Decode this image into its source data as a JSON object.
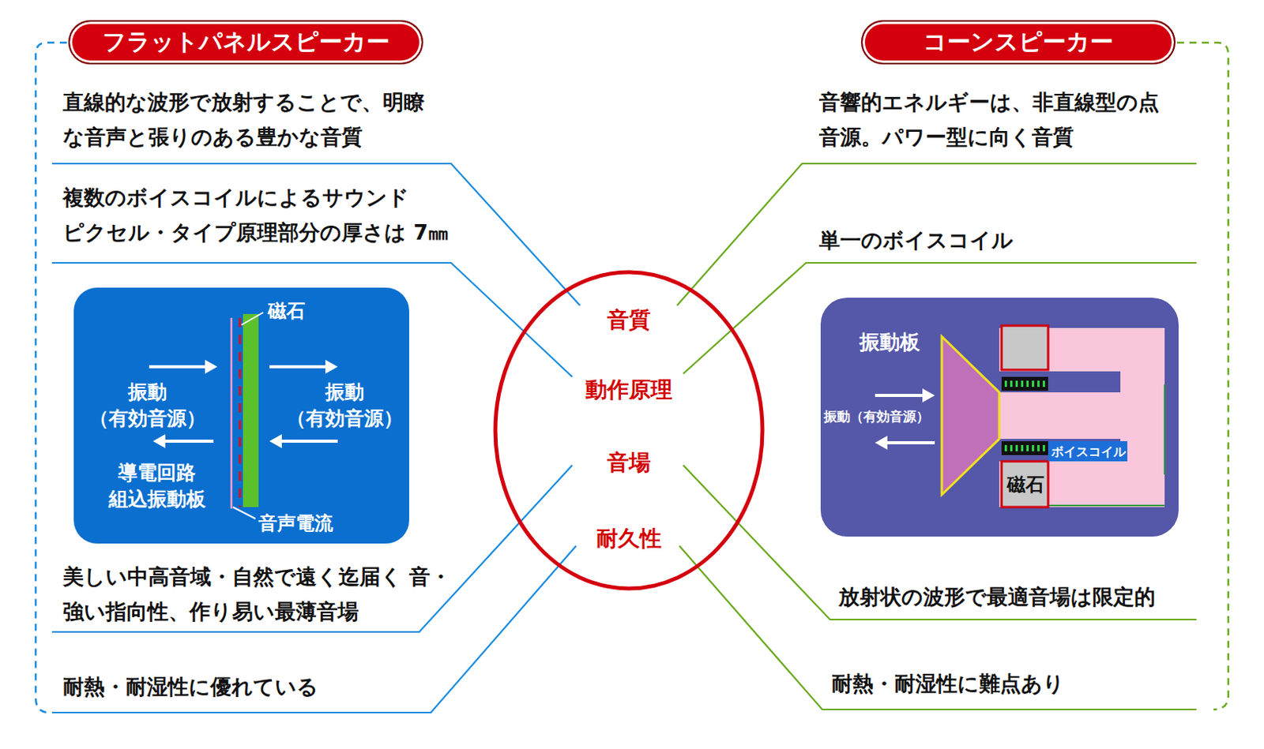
{
  "diagram": {
    "nodes": [
      {
        "text": [
          "フラットパネルスピーカー"
        ]
      },
      {
        "text": [
          "コーンスピーカー"
        ]
      },
      {
        "text": [
          "音質",
          "動作原理",
          "音場",
          "耐久性"
        ]
      },
      {
        "text": [
          "磁石",
          "振動 （有効音源）",
          "振動 （有効音源）",
          "導電回路 組込振動板",
          "音声電流"
        ]
      },
      {
        "text": [
          "振動板",
          "振動（有効音源）",
          "ボイスコイル",
          "磁石"
        ]
      }
    ],
    "labels": [
      "直線的な波形で放射することで、明瞭 な音声と張りのある豊かな音質",
      "複数のボイスコイルによるサウンド ピクセル・タイプ原理部分の厚さは 7㎜",
      "美しい中高音域・自然で遠く迄届く 音・強い指向性、作り易い最薄音場",
      "耐熱・耐湿性に優れている",
      "音響的エネルギーは、非直線型の点 音源。パワー型に向く音質",
      "単一のボイスコイル",
      "放射状の波形で最適音場は限定的",
      "耐熱・耐湿性に難点あり"
    ]
  }
}
